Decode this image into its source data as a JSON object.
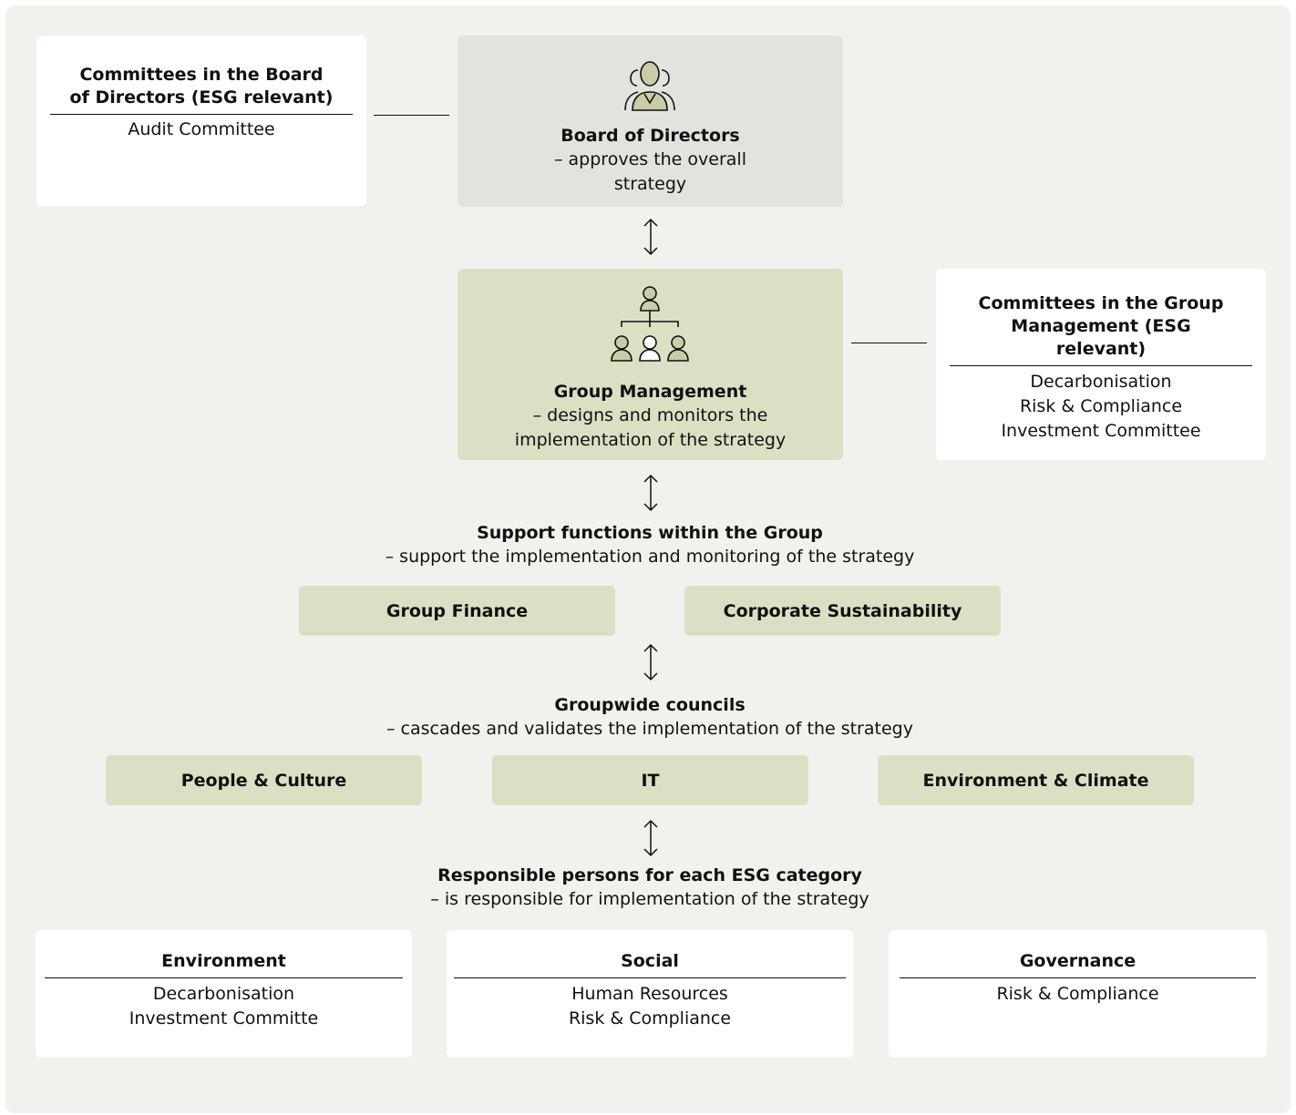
{
  "board_committees": {
    "title": "Committees in the Board of Directors (ESG relevant)",
    "items": [
      "Audit Committee"
    ]
  },
  "board": {
    "title": "Board of Directors",
    "desc_line1": "– approves the overall",
    "desc_line2": "strategy",
    "icon": "board-people-icon"
  },
  "group_management": {
    "title": "Group Management",
    "desc_line1": "– designs and monitors the",
    "desc_line2": "implementation of the strategy",
    "icon": "org-chart-icon"
  },
  "gm_committees": {
    "title": "Committees in the Group Management (ESG relevant)",
    "items": [
      "Decarbonisation",
      "Risk & Compliance",
      "Investment Committee"
    ]
  },
  "support": {
    "title": "Support functions within the Group",
    "desc": "– support the implementation and monitoring of the strategy",
    "items": [
      "Group Finance",
      "Corporate Sustainability"
    ]
  },
  "councils": {
    "title": "Groupwide councils",
    "desc": "– cascades and validates the implementation of the strategy",
    "items": [
      "People & Culture",
      "IT",
      "Environment & Climate"
    ]
  },
  "responsible": {
    "title": "Responsible persons for each ESG category",
    "desc": "– is responsible for implementation of the strategy"
  },
  "categories": [
    {
      "title": "Environment",
      "items": [
        "Decarbonisation",
        "Investment Committe"
      ]
    },
    {
      "title": "Social",
      "items": [
        "Human Resources",
        "Risk & Compliance"
      ]
    },
    {
      "title": "Governance",
      "items": [
        "Risk & Compliance"
      ]
    }
  ],
  "colors": {
    "background": "#f2f1ed",
    "board_fill": "#e4e2dc",
    "green_fill": "#dddfc5",
    "icon_fill": "#c9cca7"
  }
}
